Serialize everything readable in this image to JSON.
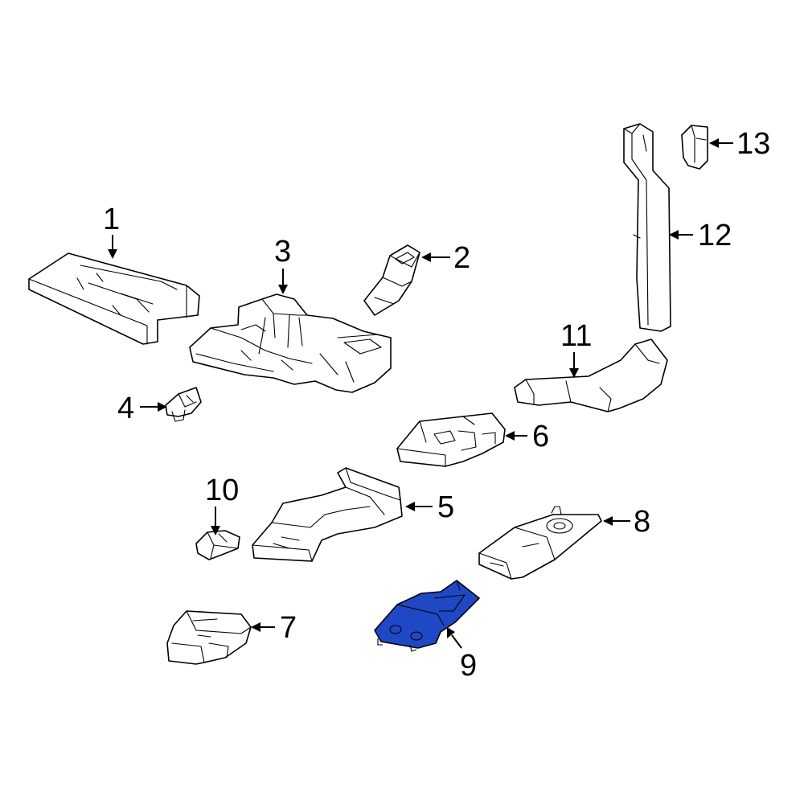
{
  "diagram": {
    "highlight_color": "#1f48c4",
    "line_color": "#000000",
    "background": "#ffffff",
    "highlighted_callout": "9",
    "callouts": {
      "c1": "1",
      "c2": "2",
      "c3": "3",
      "c4": "4",
      "c5": "5",
      "c6": "6",
      "c7": "7",
      "c8": "8",
      "c9": "9",
      "c10": "10",
      "c11": "11",
      "c12": "12",
      "c13": "13"
    }
  }
}
